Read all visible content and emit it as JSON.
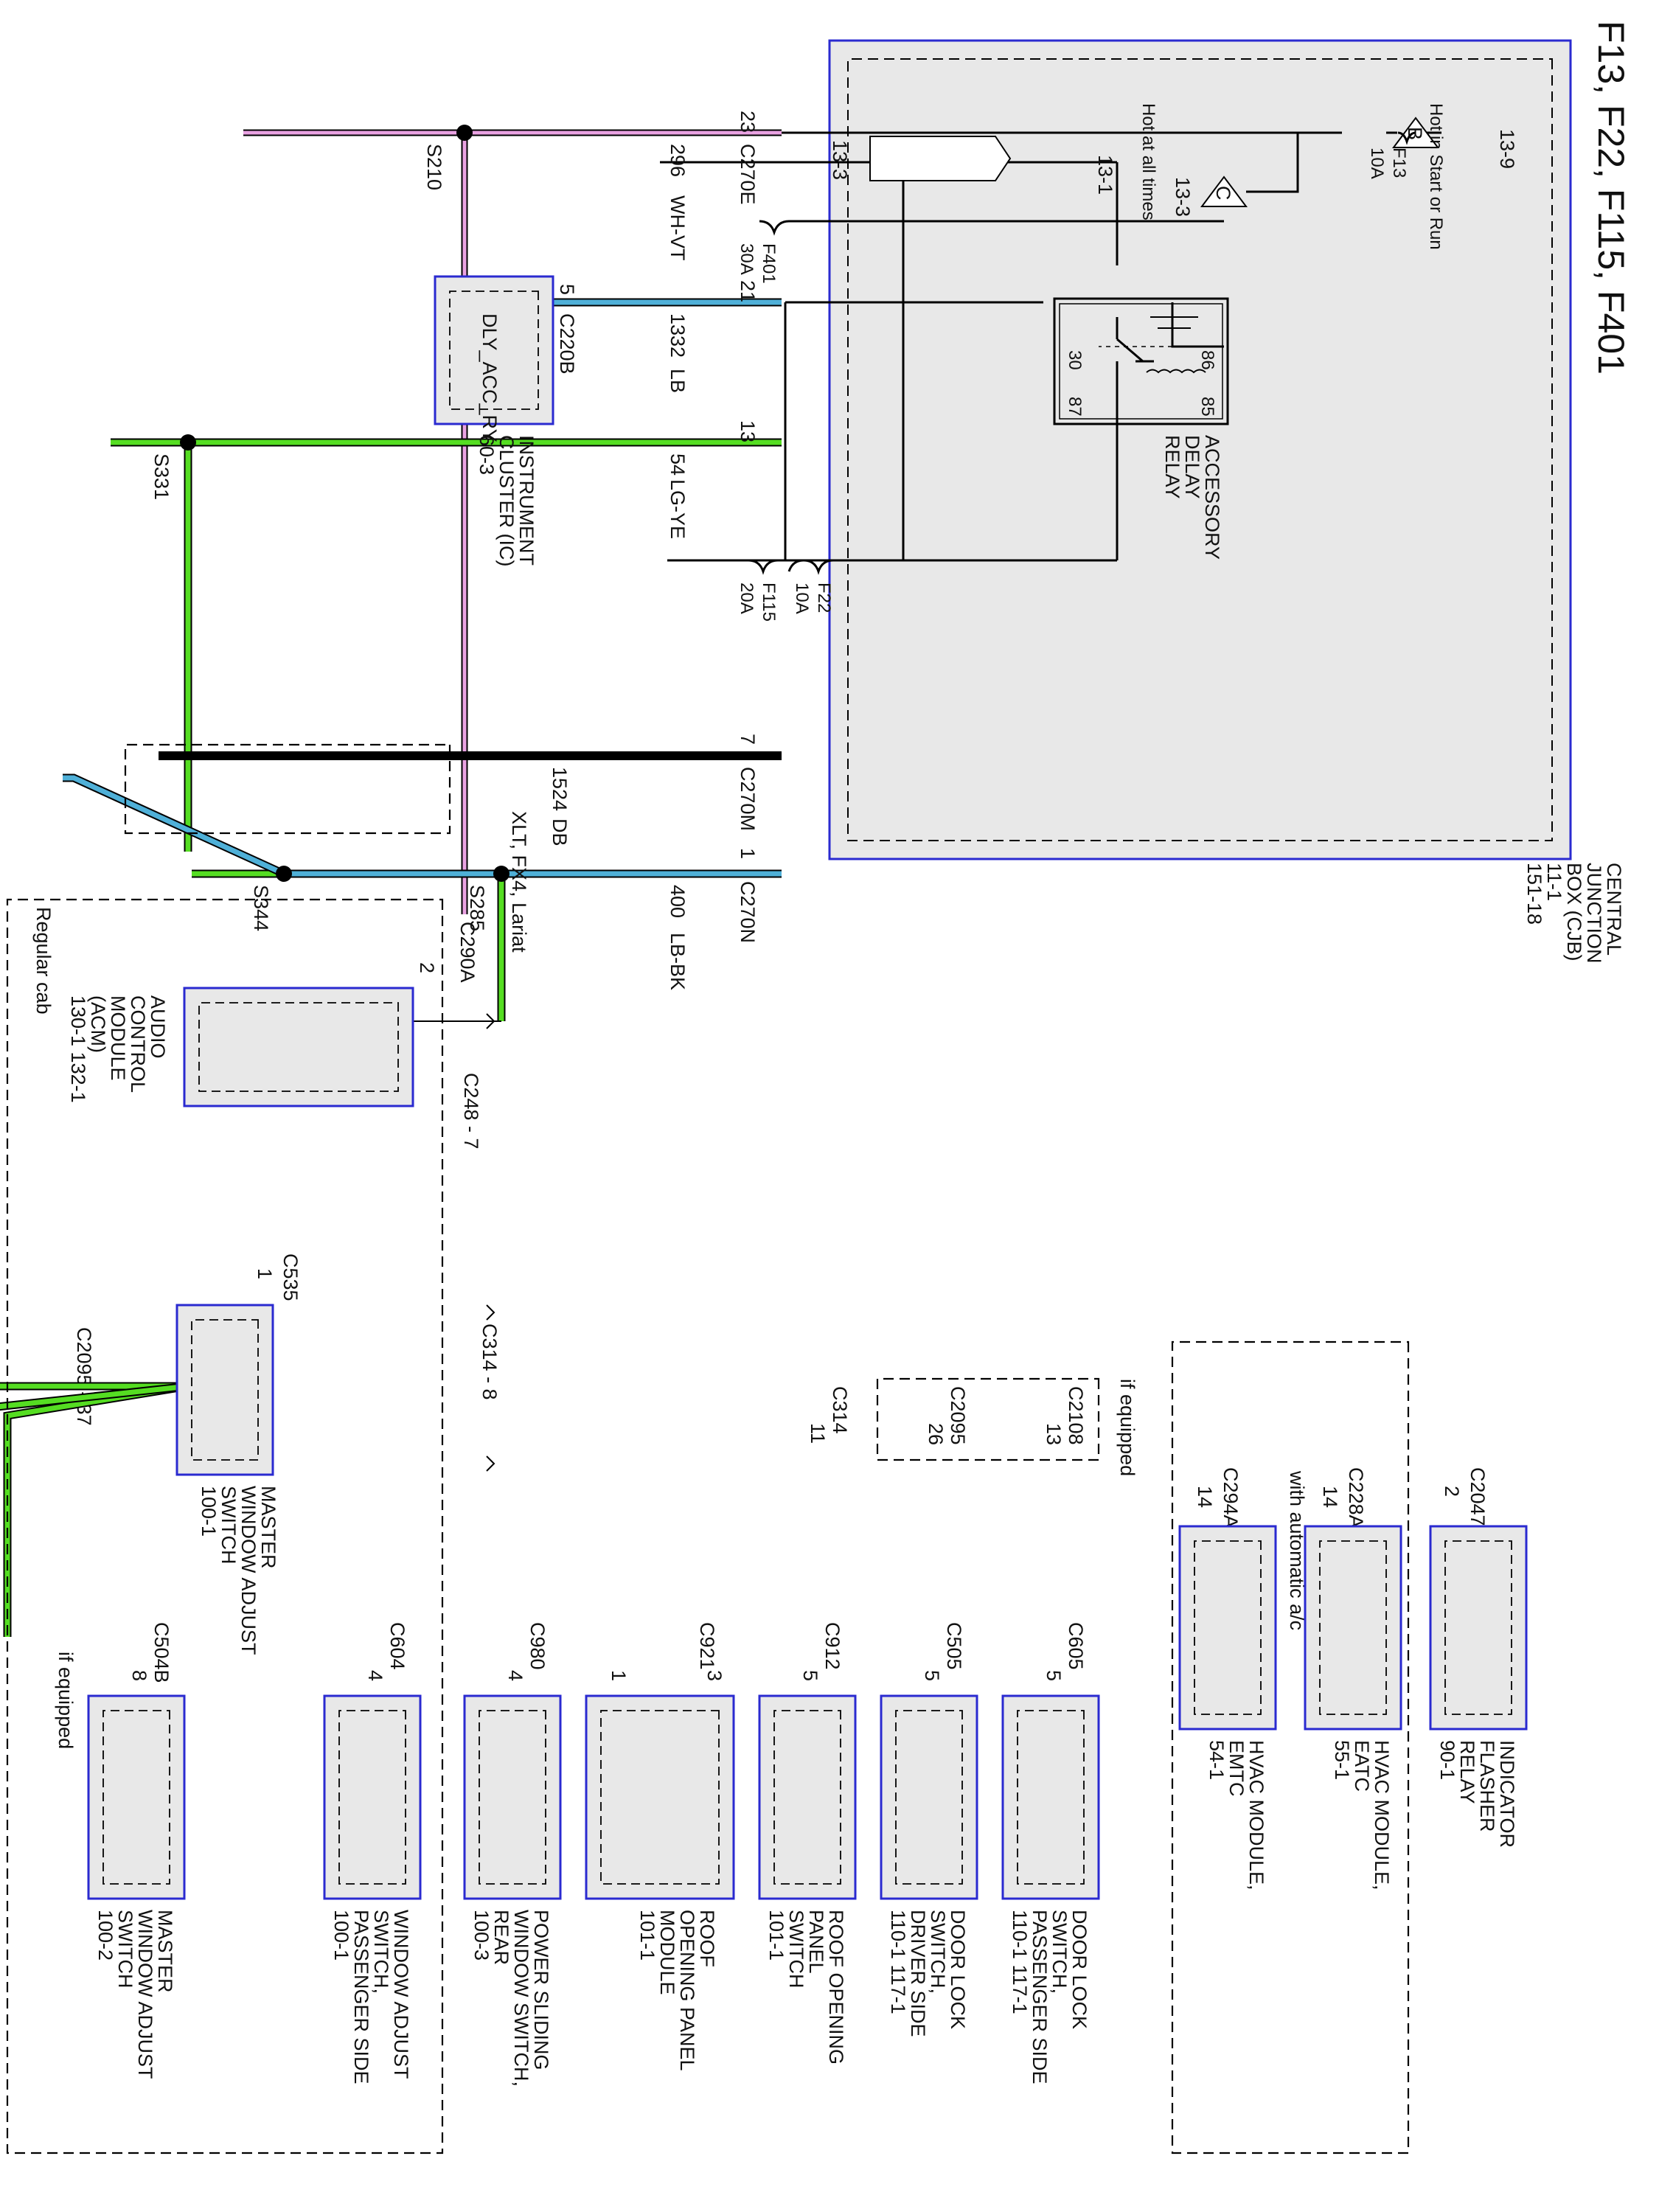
{
  "title": "F13, F22, F115, F401",
  "cjb": {
    "label": [
      "CENTRAL",
      "JUNCTION",
      "BOX (CJB)",
      "11-1",
      "151-18"
    ],
    "hot_start_run": "Hot in Start or Run",
    "hot_all_times": "Hot at all times",
    "ref_13_9": "13-9",
    "ref_13_1": "13-1",
    "ref_13_3a": "13-3",
    "ref_13_3b": "13-3",
    "node_b": "B",
    "node_c": "C",
    "relay_label": [
      "ACCESSORY",
      "DELAY",
      "RELAY"
    ],
    "relay_pins": {
      "p86": "86",
      "p85": "85",
      "p30": "30",
      "p87": "87"
    },
    "fuses": {
      "f13": {
        "name": "F13",
        "rating": "10A"
      },
      "f22": {
        "name": "F22",
        "rating": "10A"
      },
      "f115": {
        "name": "F115",
        "rating": "20A"
      },
      "f401": {
        "name": "F401",
        "rating": "30A"
      }
    }
  },
  "connectors": {
    "c270e": {
      "name": "C270E",
      "pin": "23"
    },
    "c270m_21": "21",
    "c270m_13": "13",
    "c270m_7": {
      "name": "C270M",
      "pin": "7"
    },
    "c270n": {
      "name": "C270N",
      "pin": "1"
    }
  },
  "wires": {
    "w296": {
      "circuit": "296",
      "color": "WH-VT"
    },
    "w1332": {
      "circuit": "1332",
      "color": "LB"
    },
    "w54": {
      "circuit": "54",
      "color": "LG-YE"
    },
    "w1524": {
      "circuit": "1524",
      "color": "DB"
    },
    "w400": {
      "circuit": "400",
      "color": "LB-BK"
    }
  },
  "splices": {
    "s210": "S210",
    "s285": "S285",
    "s331": "S331",
    "s344": "S344"
  },
  "inline": {
    "c220b": {
      "name": "C220B",
      "pin": "5"
    },
    "c248": "C248 - 7",
    "c290a": {
      "name": "C290A",
      "pin": "2"
    },
    "c314_8": "C314 - 8",
    "c2095_37": "C2095 - 37",
    "c2108": {
      "name": "C2108",
      "pin": "13"
    },
    "c2095": {
      "name": "C2095",
      "pin": "26"
    },
    "c314": {
      "name": "C314",
      "pin": "11"
    },
    "c2047": {
      "name": "C2047",
      "pin": "2"
    },
    "c228a": {
      "name": "C228A",
      "pin": "14"
    },
    "c294a": {
      "name": "C294A",
      "pin": "14"
    },
    "c535": {
      "name": "C535",
      "pin": "1"
    }
  },
  "notes": {
    "if_equipped_a": "if equipped",
    "if_equipped_b": "if equipped",
    "with_auto_ac": "with automatic a/c",
    "xlt": "XLT, FX4, Lariat",
    "regular_cab": "Regular cab"
  },
  "components": {
    "ic": {
      "lines": [
        "INSTRUMENT",
        "CLUSTER (IC)",
        "60-3"
      ],
      "inner": "DLY_ACC_RY"
    },
    "acm": {
      "lines": [
        "AUDIO",
        "CONTROL",
        "MODULE",
        "(ACM)",
        "130-1  132-1"
      ]
    },
    "flasher": {
      "lines": [
        "INDICATOR",
        "FLASHER",
        "RELAY",
        "90-1"
      ]
    },
    "hvac_eatc": {
      "lines": [
        "HVAC MODULE,",
        "EATC",
        "55-1"
      ]
    },
    "hvac_emtc": {
      "lines": [
        "HVAC MODULE,",
        "EMTC",
        "54-1"
      ]
    },
    "dl_pass": {
      "conn": "C605",
      "pin": "5",
      "lines": [
        "DOOR LOCK",
        "SWITCH,",
        "PASSENGER SIDE",
        "110-1    117-1"
      ]
    },
    "dl_drv": {
      "conn": "C505",
      "pin": "5",
      "lines": [
        "DOOR LOCK",
        "SWITCH,",
        "DRIVER SIDE",
        "110-1    117-1"
      ]
    },
    "roof_sw": {
      "conn": "C912",
      "pin": "5",
      "lines": [
        "ROOF OPENING",
        "PANEL",
        "SWITCH",
        "101-1"
      ]
    },
    "roof_mod": {
      "conn": "C921",
      "pin3": "3",
      "pin1": "1",
      "lines": [
        "ROOF",
        "OPENING PANEL",
        "MODULE",
        "101-1"
      ]
    },
    "sliding": {
      "conn": "C980",
      "pin": "4",
      "lines": [
        "POWER SLIDING",
        "WINDOW SWITCH,",
        "REAR",
        "100-3"
      ]
    },
    "win_pass": {
      "conn": "C604",
      "pin": "4",
      "lines": [
        "WINDOW ADJUST",
        "SWITCH,",
        "PASSENGER SIDE",
        "100-1"
      ]
    },
    "mwas_small": {
      "lines": [
        "MASTER",
        "WINDOW ADJUST",
        "SWITCH",
        "100-1"
      ]
    },
    "mwas": {
      "conn": "C504B",
      "pin": "8",
      "lines": [
        "MASTER",
        "WINDOW ADJUST",
        "SWITCH",
        "100-2"
      ]
    }
  },
  "colors": {
    "wire_lb": "#4fb0d8",
    "wire_lg": "#55dd22",
    "wire_wv": "#e9a2e2",
    "frame": "#2a2ad0",
    "box_fill": "#e8e8e8"
  }
}
